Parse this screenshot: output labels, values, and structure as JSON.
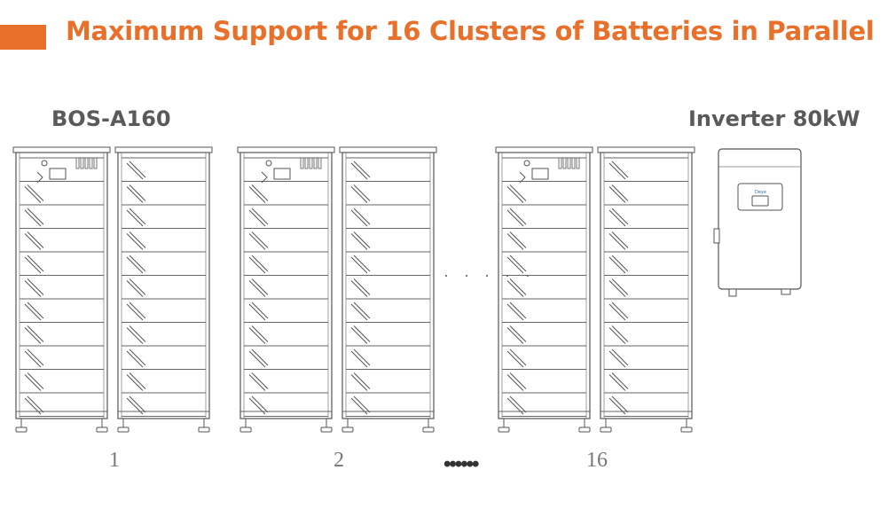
{
  "header": {
    "title": "Maximum Support for 16 Clusters of Batteries in Parallel",
    "accent_color": "#e8702a"
  },
  "battery": {
    "model_label": "BOS-A160"
  },
  "inverter": {
    "label": "Inverter 80kW",
    "icon": "inverter-icon"
  },
  "clusters": [
    {
      "number": "1"
    },
    {
      "number": "2"
    },
    {
      "number": "16"
    }
  ],
  "ellipsis": {
    "middle": "· · · · ·",
    "bottom": "••••••"
  }
}
